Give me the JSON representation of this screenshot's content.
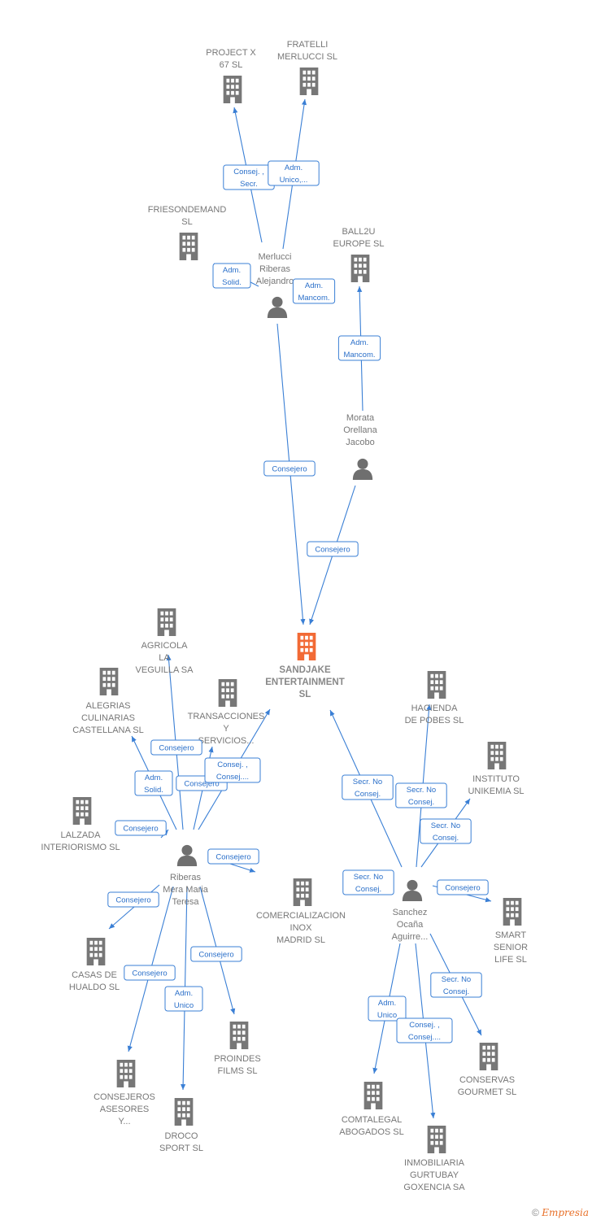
{
  "colors": {
    "edge": "#3a7fd5",
    "company": "#777777",
    "focus": "#f26a35",
    "person": "#6f6f6f"
  },
  "nodes": [
    {
      "id": "projectx",
      "type": "company",
      "label": [
        "PROJECT X",
        "67  SL"
      ]
    },
    {
      "id": "fratelli",
      "type": "company",
      "label": [
        "FRATELLI",
        "MERLUCCI SL"
      ]
    },
    {
      "id": "friesondemand",
      "type": "company",
      "label": [
        "FRIESONDEMAND",
        "SL"
      ]
    },
    {
      "id": "ball2u",
      "type": "company",
      "label": [
        "BALL2U",
        "EUROPE  SL"
      ]
    },
    {
      "id": "merlucci",
      "type": "person",
      "label": [
        "Merlucci",
        "Riberas",
        "Alejandro"
      ]
    },
    {
      "id": "morata",
      "type": "person",
      "label": [
        "Morata",
        "Orellana",
        "Jacobo"
      ]
    },
    {
      "id": "sandjake",
      "type": "focus",
      "label": [
        "SANDJAKE",
        "ENTERTAINMENT",
        "SL"
      ]
    },
    {
      "id": "agricola",
      "type": "company",
      "label": [
        "AGRICOLA",
        "LA",
        "VEGUILLA SA"
      ]
    },
    {
      "id": "alegrias",
      "type": "company",
      "label": [
        "ALEGRIAS",
        "CULINARIAS",
        "CASTELLANA SL"
      ]
    },
    {
      "id": "transacciones",
      "type": "company",
      "label": [
        "TRANSACCIONES",
        "Y",
        "SERVICIOS..."
      ]
    },
    {
      "id": "lalzada",
      "type": "company",
      "label": [
        "LALZADA",
        "INTERIORISMO SL"
      ]
    },
    {
      "id": "riberas",
      "type": "person",
      "label": [
        "Riberas",
        "Mera Maria",
        "Teresa"
      ]
    },
    {
      "id": "comercializacion",
      "type": "company",
      "label": [
        "COMERCIALIZACION",
        "INOX",
        "MADRID SL"
      ]
    },
    {
      "id": "casas",
      "type": "company",
      "label": [
        "CASAS DE",
        "HUALDO  SL"
      ]
    },
    {
      "id": "proindes",
      "type": "company",
      "label": [
        "PROINDES",
        "FILMS SL"
      ]
    },
    {
      "id": "consejeros",
      "type": "company",
      "label": [
        "CONSEJEROS",
        "ASESORES",
        "Y..."
      ]
    },
    {
      "id": "droco",
      "type": "company",
      "label": [
        "DROCO",
        "SPORT SL"
      ]
    },
    {
      "id": "hacienda",
      "type": "company",
      "label": [
        "HACIENDA",
        "DE POBES  SL"
      ]
    },
    {
      "id": "instituto",
      "type": "company",
      "label": [
        "INSTITUTO",
        "UNIKEMIA  SL"
      ]
    },
    {
      "id": "sanchez",
      "type": "person",
      "label": [
        "Sanchez",
        "Ocaña",
        "Aguirre..."
      ]
    },
    {
      "id": "smart",
      "type": "company",
      "label": [
        "SMART",
        "SENIOR",
        "LIFE  SL"
      ]
    },
    {
      "id": "conservas",
      "type": "company",
      "label": [
        "CONSERVAS",
        "GOURMET SL"
      ]
    },
    {
      "id": "comtalegal",
      "type": "company",
      "label": [
        "COMTALEGAL",
        "ABOGADOS SL"
      ]
    },
    {
      "id": "inmobiliaria",
      "type": "company",
      "label": [
        "INMOBILIARIA",
        "GURTUBAY",
        "GOXENCIA SA"
      ]
    }
  ],
  "edges": [
    {
      "from": "merlucci",
      "to": "projectx",
      "label": [
        "Consej. ,",
        "Secr."
      ]
    },
    {
      "from": "merlucci",
      "to": "fratelli",
      "label": [
        "Adm.",
        "Unico,..."
      ]
    },
    {
      "from": "merlucci",
      "to": "friesondemand",
      "label": [
        "Adm.",
        "Solid."
      ]
    },
    {
      "from": "merlucci",
      "to": "ball2u",
      "label": [
        "Adm.",
        "Mancom."
      ]
    },
    {
      "from": "morata",
      "to": "ball2u",
      "label": [
        "Adm.",
        "Mancom."
      ]
    },
    {
      "from": "merlucci",
      "to": "sandjake",
      "label": [
        "Consejero"
      ]
    },
    {
      "from": "morata",
      "to": "sandjake",
      "label": [
        "Consejero"
      ]
    },
    {
      "from": "riberas",
      "to": "agricola",
      "label": [
        "Consejero"
      ]
    },
    {
      "from": "riberas",
      "to": "alegrias",
      "label": [
        "Adm.",
        "Solid."
      ]
    },
    {
      "from": "riberas",
      "to": "transacciones",
      "label": [
        "Consejero"
      ]
    },
    {
      "from": "riberas",
      "to": "sandjake",
      "label": [
        "Consej. ,",
        "Consej...."
      ]
    },
    {
      "from": "riberas",
      "to": "lalzada",
      "label": [
        "Consejero"
      ]
    },
    {
      "from": "riberas",
      "to": "comercializacion",
      "label": [
        "Consejero"
      ]
    },
    {
      "from": "riberas",
      "to": "casas",
      "label": [
        "Consejero"
      ]
    },
    {
      "from": "riberas",
      "to": "proindes",
      "label": [
        "Consejero"
      ]
    },
    {
      "from": "riberas",
      "to": "consejeros",
      "label": [
        "Consejero"
      ]
    },
    {
      "from": "riberas",
      "to": "droco",
      "label": [
        "Adm.",
        "Unico"
      ]
    },
    {
      "from": "sanchez",
      "to": "sandjake",
      "label": [
        "Secr.  No",
        "Consej."
      ]
    },
    {
      "from": "sanchez",
      "to": "hacienda",
      "label": [
        "Secr.  No",
        "Consej."
      ]
    },
    {
      "from": "sanchez",
      "to": "instituto",
      "label": [
        "Secr.  No",
        "Consej."
      ]
    },
    {
      "from": "sanchez",
      "to": "comercializacion",
      "label": [
        "Secr.  No",
        "Consej."
      ]
    },
    {
      "from": "sanchez",
      "to": "smart",
      "label": [
        "Consejero"
      ]
    },
    {
      "from": "sanchez",
      "to": "conservas",
      "label": [
        "Secr.  No",
        "Consej."
      ]
    },
    {
      "from": "sanchez",
      "to": "comtalegal",
      "label": [
        "Adm.",
        "Unico"
      ]
    },
    {
      "from": "sanchez",
      "to": "inmobiliaria",
      "label": [
        "Consej. ,",
        "Consej...."
      ]
    }
  ],
  "credit": {
    "symbol": "©",
    "brand": "Empresia"
  }
}
